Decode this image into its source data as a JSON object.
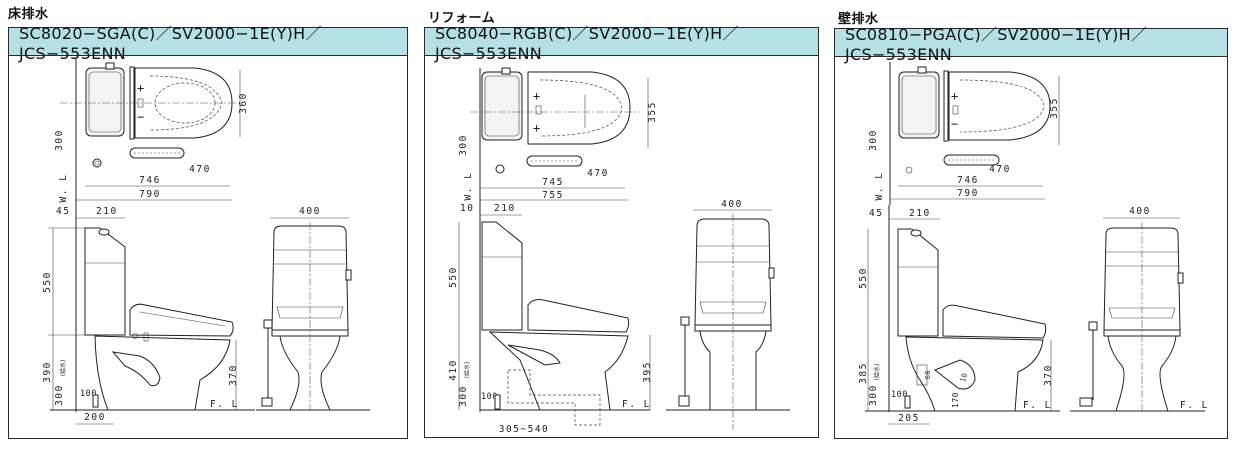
{
  "sections": [
    {
      "label": "床排水",
      "model": "SC8020−SGA(C)／SV2000−1E(Y)H／JCS−553ENN",
      "plan": {
        "depth_746": "746",
        "depth_790": "790",
        "remote_470": "470",
        "seat_width": "360",
        "wall_offset": "300",
        "wall_line": "W. L"
      },
      "side": {
        "top_offset": "45",
        "tank_depth": "210",
        "tank_height": "550",
        "rim_height": "390",
        "supply_height": "300",
        "supply_note": "(給水)",
        "supply_pipe": "100",
        "drain_center": "200",
        "seat_height": "370",
        "floor_line": "F. L"
      },
      "front": {
        "width": "400"
      }
    },
    {
      "label": "リフォーム",
      "model": "SC8040−RGB(C)／SV2000−1E(Y)H／JCS−553ENN",
      "plan": {
        "depth_745": "745",
        "depth_755": "755",
        "remote_470": "470",
        "seat_width": "355",
        "wall_offset": "300",
        "wall_line": "W. L"
      },
      "side": {
        "top_offset": "10",
        "tank_depth": "210",
        "tank_height": "550",
        "rim_height": "410",
        "supply_height": "300",
        "supply_note": "(給水)",
        "supply_pipe": "100",
        "drain_range": "305~540",
        "seat_height": "395",
        "floor_line": "F. L"
      },
      "front": {
        "width": "400"
      }
    },
    {
      "label": "壁排水",
      "model": "SC0810−PGA(C)／SV2000−1E(Y)H／JCS−553ENN",
      "plan": {
        "depth_746": "746",
        "depth_790": "790",
        "remote_470": "470",
        "seat_width": "355",
        "wall_offset": "300",
        "wall_line": "W. L"
      },
      "side": {
        "top_offset": "45",
        "tank_depth": "210",
        "tank_height": "550",
        "rim_height": "385",
        "supply_height": "300",
        "supply_note": "(給水)",
        "supply_pipe": "100",
        "drain_center": "205",
        "drain_outlet": "170",
        "drain_pipe_a": "99",
        "drain_pipe_b": "10",
        "seat_height": "370",
        "floor_line": "F. L"
      },
      "front": {
        "width": "400",
        "floor_line": "F. L"
      }
    }
  ],
  "colors": {
    "header_bg": "#b5e1e6",
    "border": "#2a2a2a"
  }
}
